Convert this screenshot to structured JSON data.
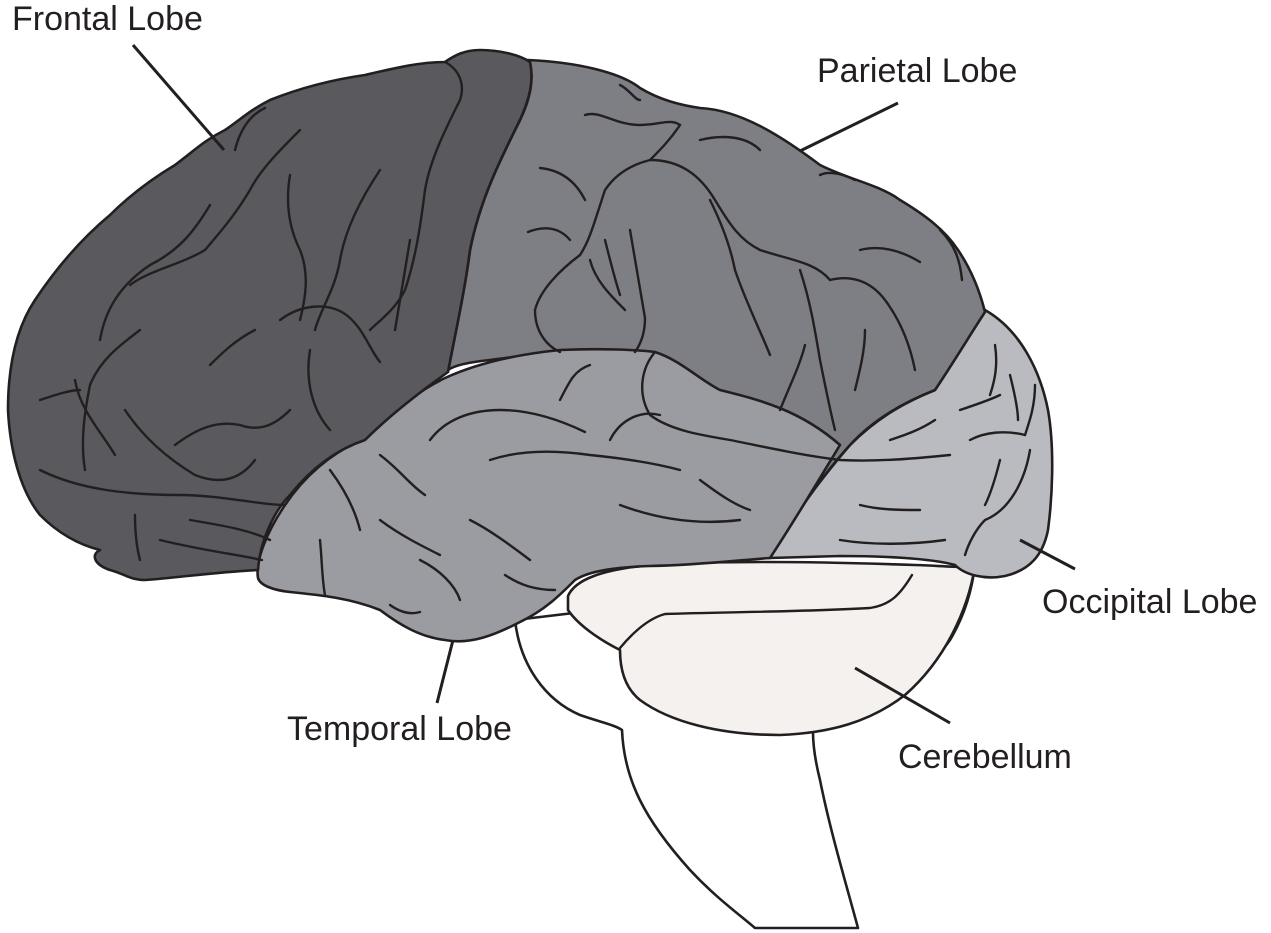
{
  "diagram": {
    "subject": "Lateral view of the human brain",
    "labels": {
      "frontal": "Frontal Lobe",
      "parietal": "Parietal Lobe",
      "occipital": "Occipital Lobe",
      "temporal": "Temporal Lobe",
      "cerebellum": "Cerebellum"
    },
    "colors": {
      "frontal": "#5a595e",
      "parietal": "#7e7f84",
      "temporal": "#9a9ca1",
      "occipital": "#b9bbc0",
      "cerebellum": "#f5f1ef",
      "brainstem": "#ffffff",
      "ink": "#231f20"
    }
  }
}
